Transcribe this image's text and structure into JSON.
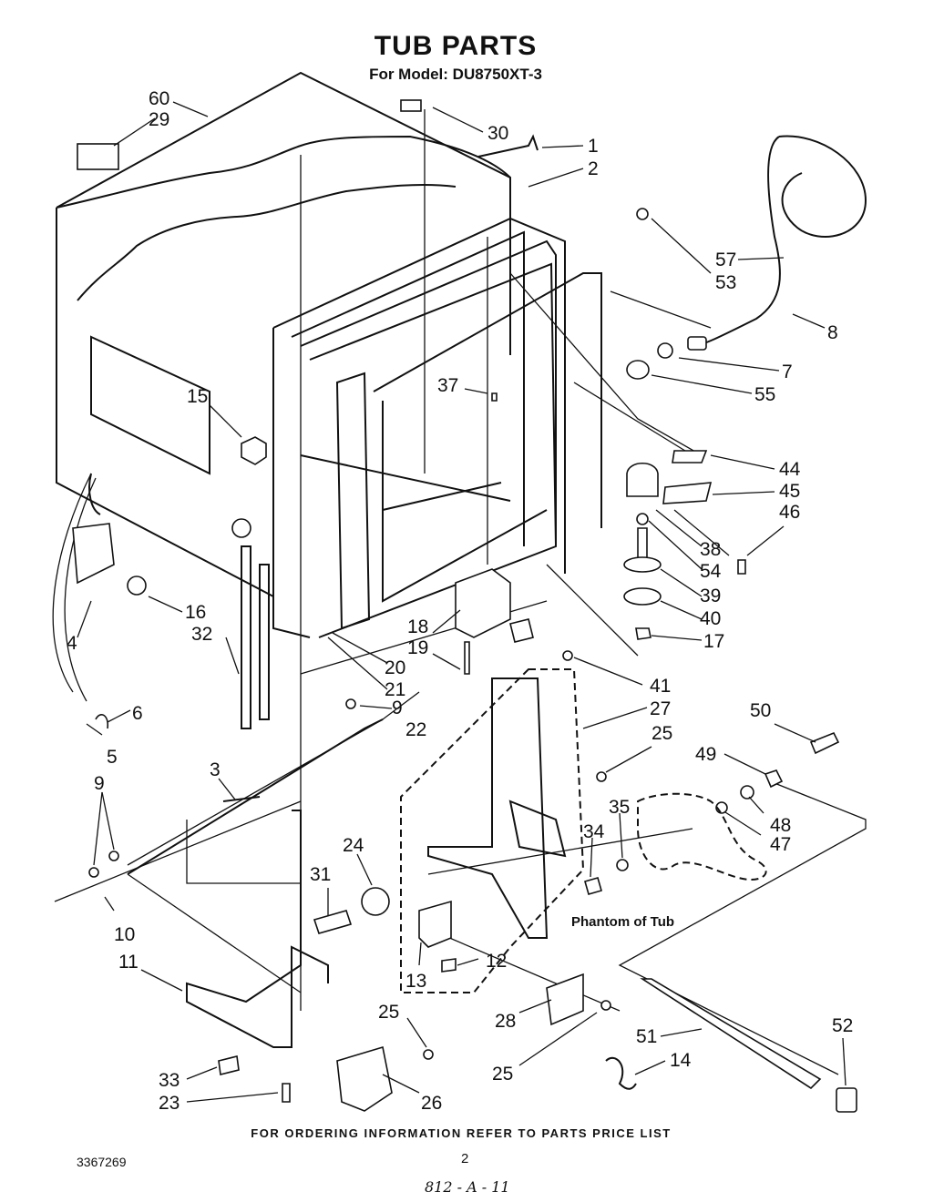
{
  "header": {
    "title": "TUB PARTS",
    "subtitle": "For Model: DU8750XT-3"
  },
  "footer": {
    "ordering_note": "FOR ORDERING INFORMATION REFER TO PARTS PRICE LIST",
    "doc_number": "3367269",
    "page_number": "2",
    "handwritten_code": "812 - A - 11"
  },
  "diagram": {
    "phantom_label": "Phantom of Tub",
    "callouts": [
      "60",
      "29",
      "30",
      "1",
      "2",
      "57",
      "53",
      "8",
      "7",
      "55",
      "37",
      "15",
      "44",
      "45",
      "46",
      "38",
      "54",
      "39",
      "40",
      "17",
      "16",
      "4",
      "32",
      "18",
      "19",
      "20",
      "21",
      "41",
      "27",
      "6",
      "5",
      "9",
      "22",
      "25",
      "50",
      "49",
      "3",
      "35",
      "34",
      "48",
      "47",
      "10",
      "24",
      "31",
      "12",
      "13",
      "11",
      "28",
      "25",
      "51",
      "52",
      "14",
      "33",
      "23",
      "26",
      "25",
      "9"
    ]
  }
}
